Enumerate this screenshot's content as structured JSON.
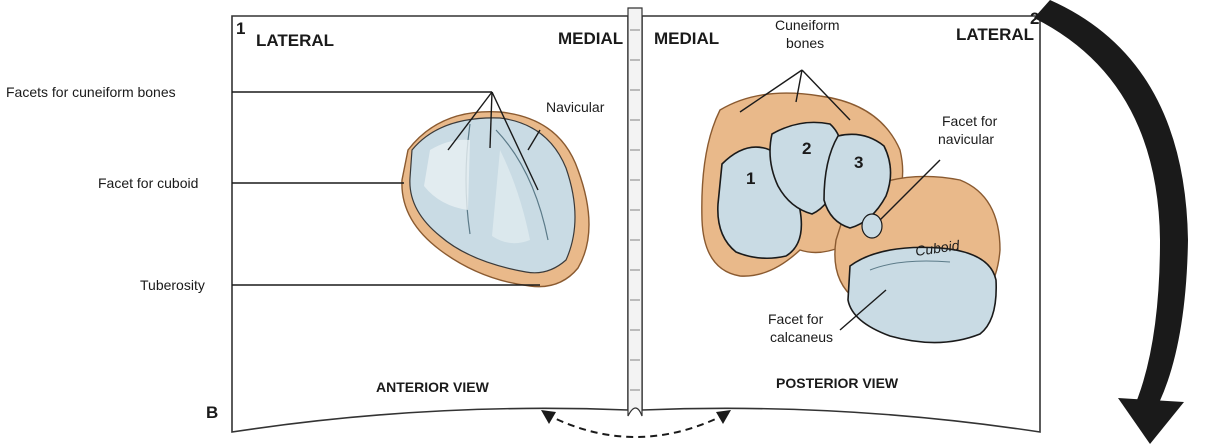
{
  "figure": {
    "letter": "B",
    "colors": {
      "bone_tan": "#e9b98a",
      "bone_tan_dark": "#c98a55",
      "facet_blue": "#c9dbe4",
      "facet_light": "#e8f0f3",
      "page_line": "#333333",
      "arrow": "#1a1a1a"
    }
  },
  "left_page": {
    "number": "1",
    "side_left": "LATERAL",
    "side_right": "MEDIAL",
    "view_label": "ANTERIOR VIEW",
    "labels": {
      "facets_cuneiform": "Facets for cuneiform bones",
      "navicular": "Navicular",
      "facet_cuboid": "Facet for cuboid",
      "tuberosity": "Tuberosity"
    }
  },
  "right_page": {
    "number": "2",
    "side_left": "MEDIAL",
    "side_right": "LATERAL",
    "view_label": "POSTERIOR VIEW",
    "labels": {
      "cuneiform_line1": "Cuneiform",
      "cuneiform_line2": "bones",
      "facet_navicular_line1": "Facet for",
      "facet_navicular_line2": "navicular",
      "cuboid": "Cuboid",
      "facet_calcaneus_line1": "Facet for",
      "facet_calcaneus_line2": "calcaneus"
    },
    "cuneiform_numbers": [
      "1",
      "2",
      "3"
    ]
  }
}
